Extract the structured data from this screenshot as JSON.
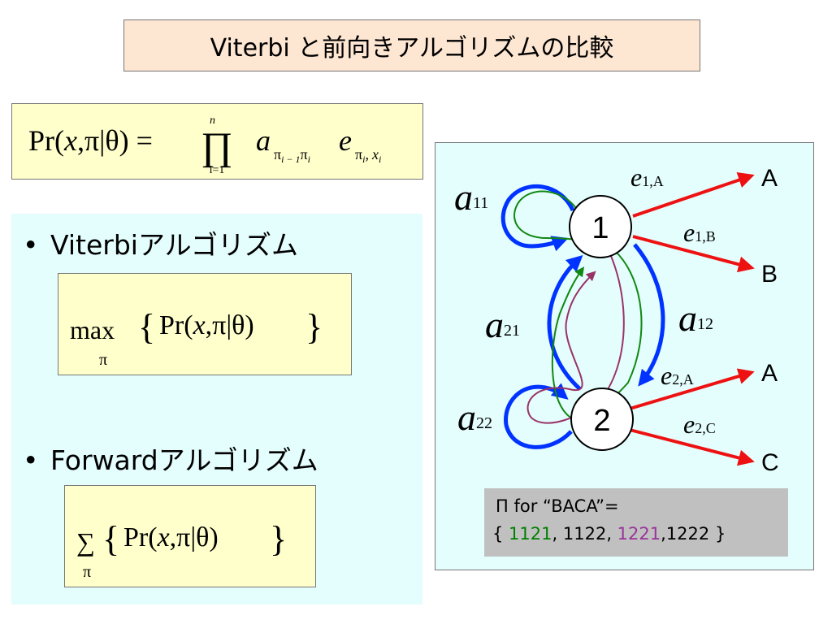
{
  "title": "Viterbi と前向きアルゴリズムの比較",
  "formula": {
    "lhs_pr": "Pr(",
    "lhs_x": "x",
    "lhs_rest": ",π|θ) =",
    "prod_upper": "n",
    "prod_lower": "i=1",
    "a": "a",
    "a_sub": "π",
    "a_sub_i1": "i − 1",
    "a_sub_pi": "π",
    "a_sub_i": "i",
    "e": "e",
    "e_sub_pi": "π",
    "e_sub_i": "i",
    "e_sub_comma": ",",
    "e_sub_x": "x",
    "e_sub_xi": "i"
  },
  "bullets": [
    {
      "marker": "•",
      "label": "Viterbiアルゴリズム"
    },
    {
      "marker": "•",
      "label": "Forwardアルゴリズム"
    }
  ],
  "viterbi_formula": {
    "op": "max",
    "sub": "π",
    "lbrace": "{",
    "body_pr": "Pr(",
    "body_x": "x",
    "body_rest": ",π|θ)",
    "rbrace": "}"
  },
  "forward_formula": {
    "op": "∑",
    "sub": "π",
    "lbrace": "{",
    "body_pr": "Pr(",
    "body_x": "x",
    "body_rest": ",π|θ)",
    "rbrace": "}"
  },
  "diagram": {
    "states": [
      "1",
      "2"
    ],
    "transitions": [
      {
        "var": "a",
        "sub": "11"
      },
      {
        "var": "a",
        "sub": "12"
      },
      {
        "var": "a",
        "sub": "21"
      },
      {
        "var": "a",
        "sub": "22"
      }
    ],
    "emissions": [
      {
        "var": "e",
        "sub": "1,A",
        "symbol": "A"
      },
      {
        "var": "e",
        "sub": "1,B",
        "symbol": "B"
      },
      {
        "var": "e",
        "sub": "2,A",
        "symbol": "A"
      },
      {
        "var": "e",
        "sub": "2,C",
        "symbol": "C"
      }
    ],
    "colors": {
      "transition": "#0033ff",
      "emission": "#ee1111",
      "path_green": "#118811",
      "path_purple": "#993366"
    }
  },
  "pi_box": {
    "line1": "Π  for “BACA”=",
    "open": "{ ",
    "paths": [
      "1121",
      "1122",
      "1221",
      "1222"
    ],
    "sep1": ", ",
    "sep2": ", ",
    "sep3": ",",
    "close": "  }"
  }
}
